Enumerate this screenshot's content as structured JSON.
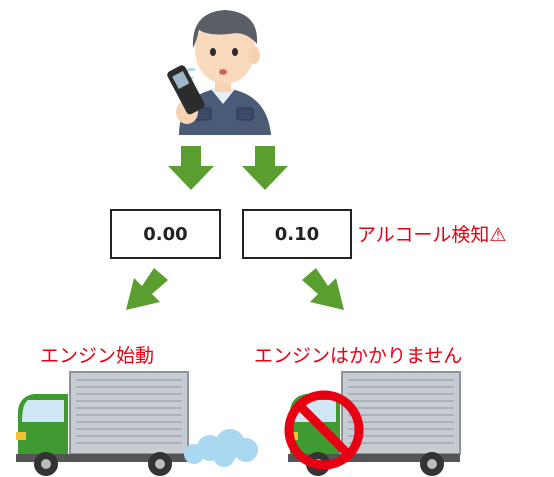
{
  "readings": {
    "left_value": "0.00",
    "right_value": "0.10"
  },
  "labels": {
    "alcohol_detected": "アルコール検知⚠",
    "engine_start": "エンジン始動",
    "engine_no_start": "エンジンはかかりません"
  },
  "colors": {
    "arrow": "#5a9e2f",
    "alert_text": "#e60012",
    "truck_cab": "#3f9a32",
    "prohibit": "#e60012"
  },
  "icons": [
    "worker-breathalyzer-icon",
    "down-arrow-icon",
    "diagonal-arrow-icon",
    "truck-icon",
    "exhaust-cloud-icon",
    "prohibition-icon"
  ]
}
